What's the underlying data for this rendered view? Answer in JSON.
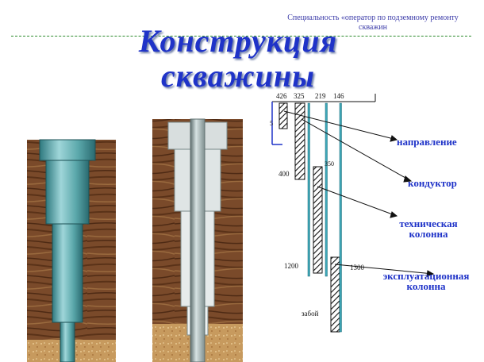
{
  "header": {
    "specialty_line1": "Специальность «оператор по подземному ремонту",
    "specialty_line2": "скважин"
  },
  "title": {
    "line1": "Конструкция",
    "line2": "скважины"
  },
  "diagram": {
    "column_diameters": [
      "426",
      "325",
      "219",
      "146"
    ],
    "depths": {
      "direction": "5",
      "conductor": "400",
      "technical_top": "350",
      "technical": "1200",
      "production": "1300",
      "bottom": "забой"
    },
    "labels": {
      "direction": "направление",
      "conductor": "кондуктор",
      "technical_line1": "техническая",
      "technical_line2": "колонна",
      "production_line1": "эксплуатационная",
      "production_line2": "колонна"
    }
  },
  "colors": {
    "title": "#1f33c8",
    "casing": "#5aa7aa",
    "soil": "#7a4a2a",
    "sand": "#c79a5e"
  }
}
